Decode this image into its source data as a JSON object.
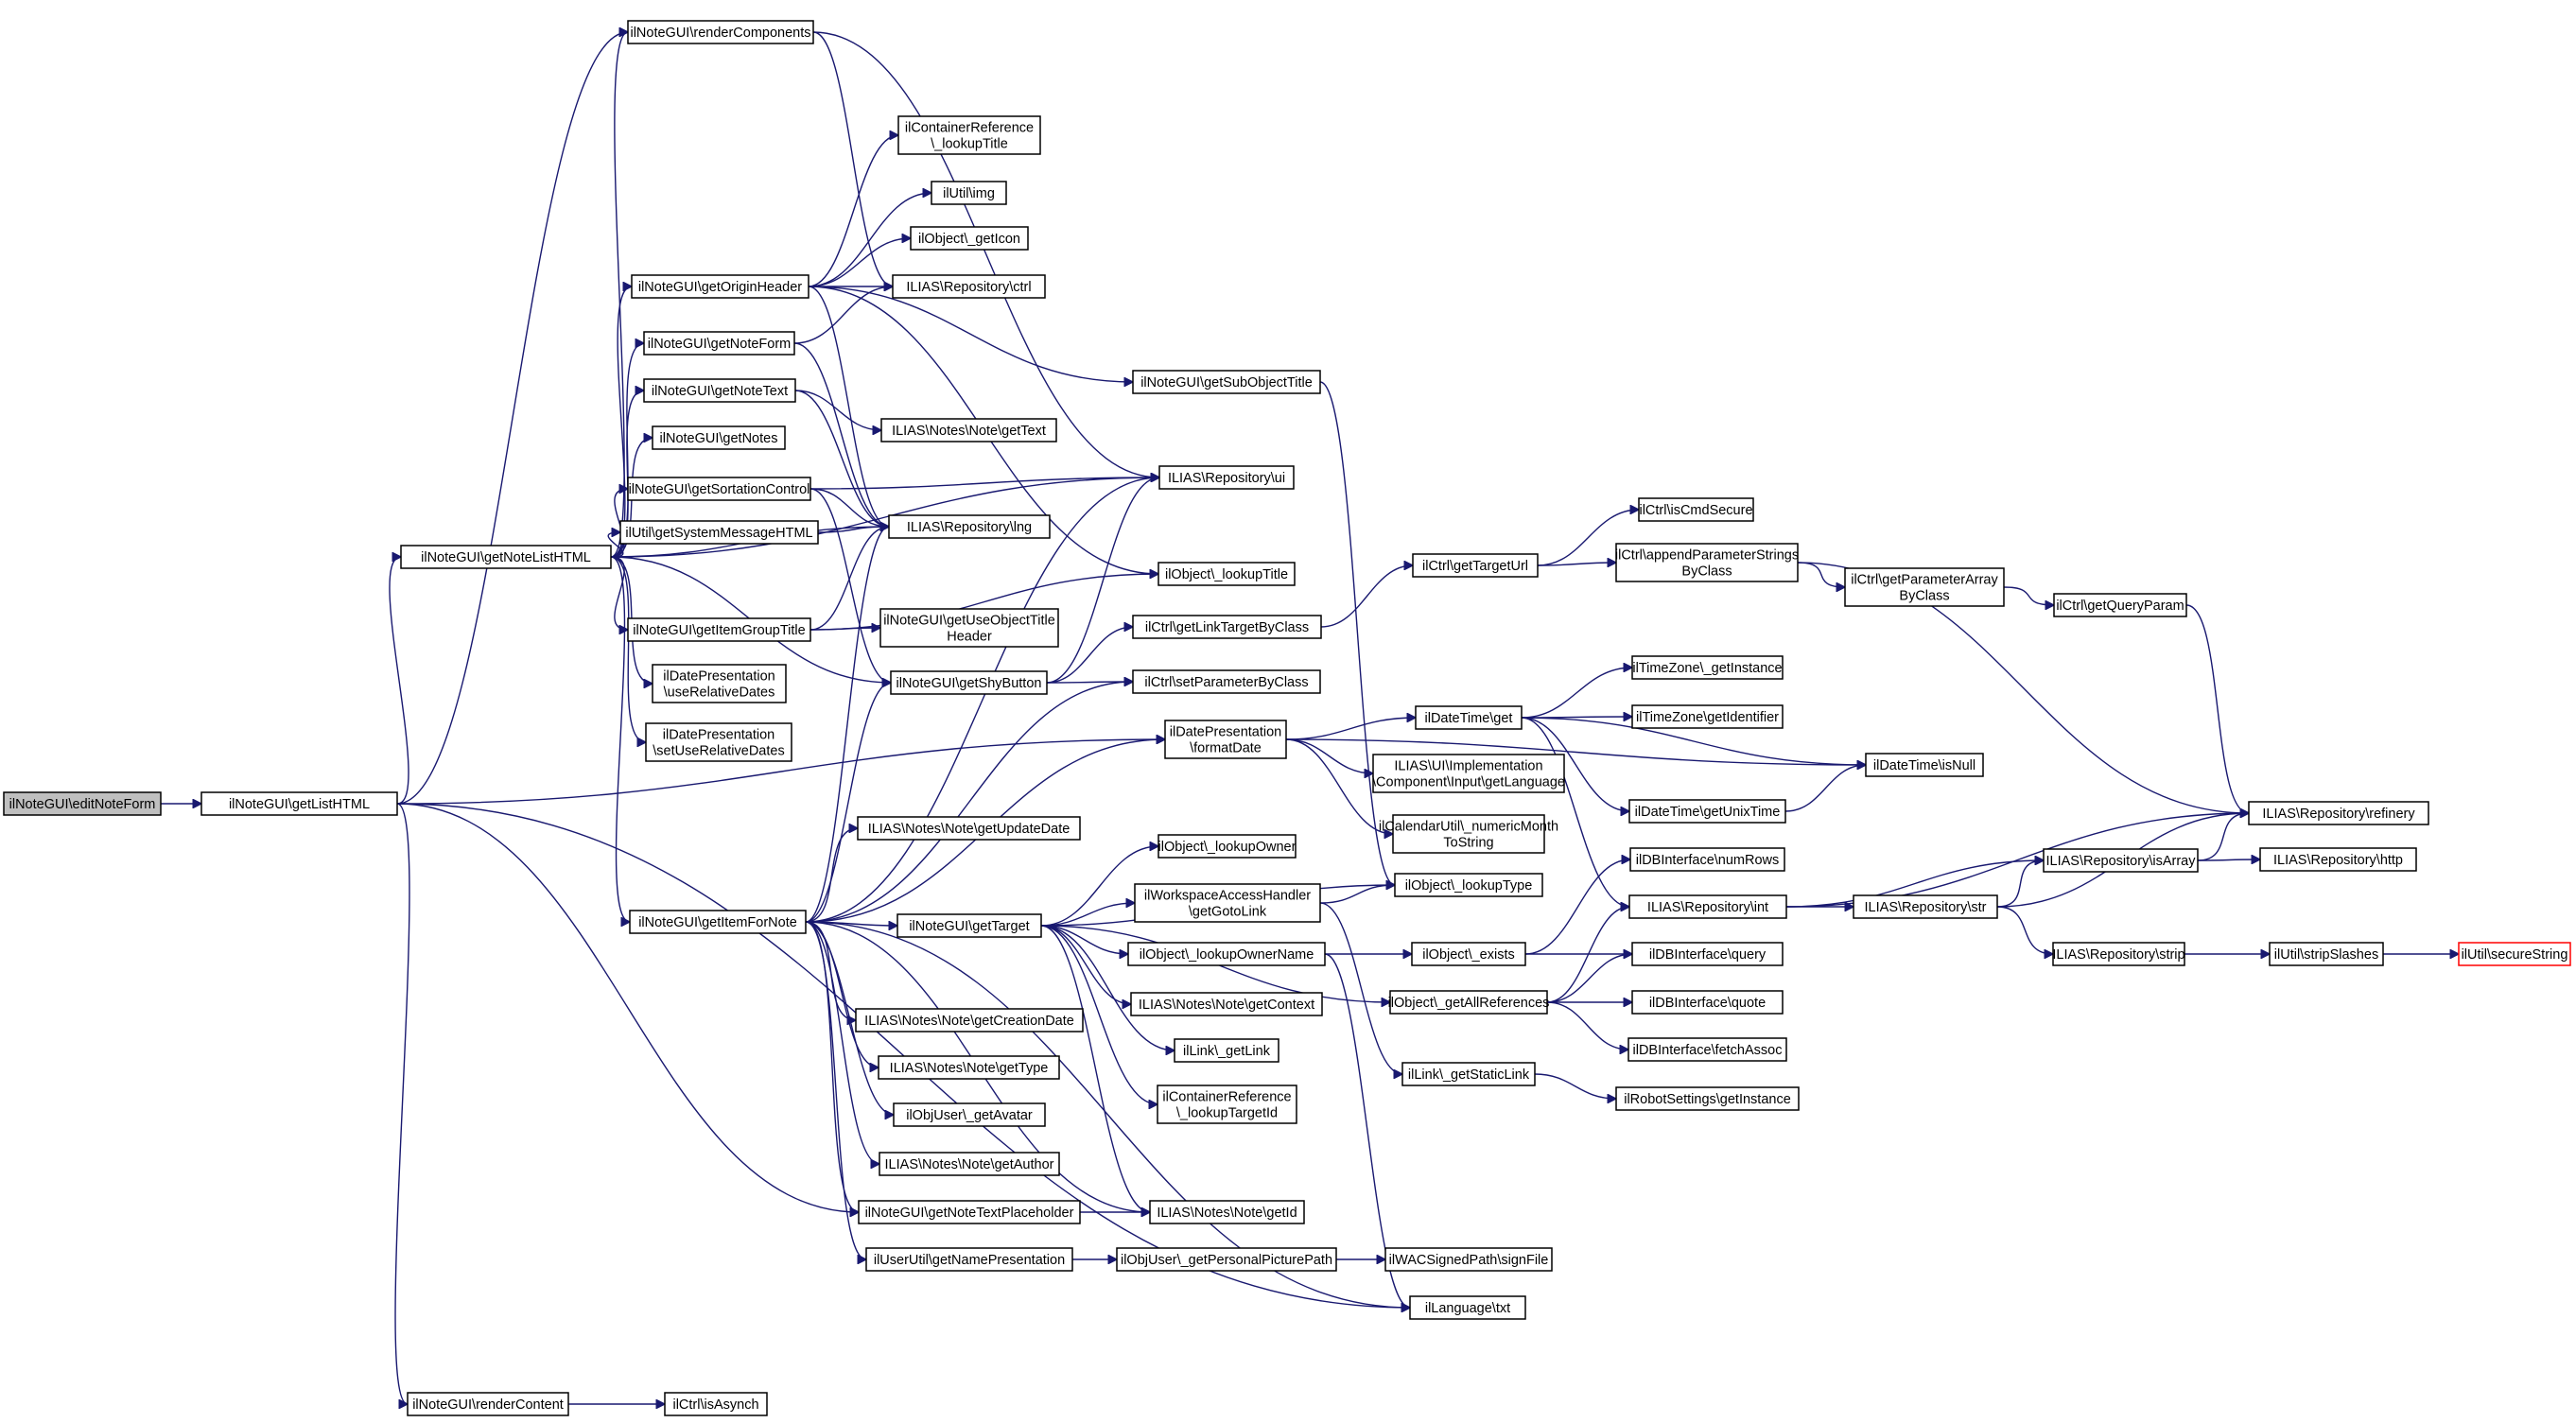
{
  "graph": {
    "edge_color": "#191970",
    "root_fill": "#bfbfbf",
    "truncated_border": "#ff0000",
    "nodes": [
      {
        "id": "n1",
        "lines": [
          "ilNoteGUI\\editNoteForm"
        ],
        "style": "root"
      },
      {
        "id": "n2",
        "lines": [
          "ilNoteGUI\\getListHTML"
        ]
      },
      {
        "id": "n3",
        "lines": [
          "ilNoteGUI\\getNoteListHTML"
        ]
      },
      {
        "id": "n4",
        "lines": [
          "ilNoteGUI\\renderComponents"
        ]
      },
      {
        "id": "n5",
        "lines": [
          "ilNoteGUI\\renderContent"
        ]
      },
      {
        "id": "n6",
        "lines": [
          "ilLanguage\\txt"
        ]
      },
      {
        "id": "n7",
        "lines": [
          "ilNoteGUI\\getItemForNote"
        ]
      },
      {
        "id": "n8",
        "lines": [
          "ilNoteGUI\\getShyButton"
        ]
      },
      {
        "id": "n9",
        "lines": [
          "ilDatePresentation",
          "\\formatDate"
        ]
      },
      {
        "id": "n10",
        "lines": [
          "ilNoteGUI\\getNoteTextPlaceholder"
        ]
      },
      {
        "id": "n11",
        "lines": [
          "ilCtrl\\isAsynch"
        ]
      },
      {
        "id": "n12",
        "lines": [
          "ilNoteGUI\\getOriginHeader"
        ]
      },
      {
        "id": "n13",
        "lines": [
          "ilNoteGUI\\getNoteForm"
        ]
      },
      {
        "id": "n14",
        "lines": [
          "ilNoteGUI\\getNoteText"
        ]
      },
      {
        "id": "n15",
        "lines": [
          "ilNoteGUI\\getNotes"
        ]
      },
      {
        "id": "n16",
        "lines": [
          "ilNoteGUI\\getSortationControl"
        ]
      },
      {
        "id": "n17",
        "lines": [
          "ilUtil\\getSystemMessageHTML"
        ]
      },
      {
        "id": "n18",
        "lines": [
          "ilNoteGUI\\getItemGroupTitle"
        ]
      },
      {
        "id": "n19",
        "lines": [
          "ilDatePresentation",
          "\\useRelativeDates"
        ]
      },
      {
        "id": "n20",
        "lines": [
          "ilDatePresentation",
          "\\setUseRelativeDates"
        ]
      },
      {
        "id": "n21",
        "lines": [
          "ILIAS\\Repository\\lng"
        ]
      },
      {
        "id": "n22",
        "lines": [
          "ILIAS\\Repository\\ui"
        ]
      },
      {
        "id": "n23",
        "lines": [
          "ilContainerReference",
          "\\_lookupTitle"
        ]
      },
      {
        "id": "n24",
        "lines": [
          "ilUtil\\img"
        ]
      },
      {
        "id": "n25",
        "lines": [
          "ilObject\\_getIcon"
        ]
      },
      {
        "id": "n26",
        "lines": [
          "ILIAS\\Repository\\ctrl"
        ]
      },
      {
        "id": "n27",
        "lines": [
          "ilNoteGUI\\getSubObjectTitle"
        ]
      },
      {
        "id": "n28",
        "lines": [
          "ilObject\\_lookupTitle"
        ]
      },
      {
        "id": "n29",
        "lines": [
          "ILIAS\\Notes\\Note\\getText"
        ]
      },
      {
        "id": "n30",
        "lines": [
          "ilNoteGUI\\getUseObjectTitle",
          "Header"
        ]
      },
      {
        "id": "n31",
        "lines": [
          "ILIAS\\Notes\\Note\\getUpdateDate"
        ]
      },
      {
        "id": "n32",
        "lines": [
          "ilNoteGUI\\getTarget"
        ]
      },
      {
        "id": "n33",
        "lines": [
          "ILIAS\\Notes\\Note\\getCreationDate"
        ]
      },
      {
        "id": "n34",
        "lines": [
          "ILIAS\\Notes\\Note\\getType"
        ]
      },
      {
        "id": "n35",
        "lines": [
          "ilObjUser\\_getAvatar"
        ]
      },
      {
        "id": "n36",
        "lines": [
          "ILIAS\\Notes\\Note\\getAuthor"
        ]
      },
      {
        "id": "n37",
        "lines": [
          "ilUserUtil\\getNamePresentation"
        ]
      },
      {
        "id": "n38",
        "lines": [
          "ILIAS\\Notes\\Note\\getId"
        ]
      },
      {
        "id": "n39",
        "lines": [
          "ilObjUser\\_getPersonalPicturePath"
        ]
      },
      {
        "id": "n40",
        "lines": [
          "ilCtrl\\getLinkTargetByClass"
        ]
      },
      {
        "id": "n41",
        "lines": [
          "ilCtrl\\setParameterByClass"
        ]
      },
      {
        "id": "n42",
        "lines": [
          "ilObject\\_lookupOwner"
        ]
      },
      {
        "id": "n43",
        "lines": [
          "ilWorkspaceAccessHandler",
          "\\getGotoLink"
        ]
      },
      {
        "id": "n44",
        "lines": [
          "ilObject\\_lookupOwnerName"
        ]
      },
      {
        "id": "n45",
        "lines": [
          "ILIAS\\Notes\\Note\\getContext"
        ]
      },
      {
        "id": "n46",
        "lines": [
          "ilLink\\_getLink"
        ]
      },
      {
        "id": "n47",
        "lines": [
          "ilContainerReference",
          "\\_lookupTargetId"
        ]
      },
      {
        "id": "n48",
        "lines": [
          "ilObject\\_lookupType"
        ]
      },
      {
        "id": "n49",
        "lines": [
          "ilObject\\_exists"
        ]
      },
      {
        "id": "n50",
        "lines": [
          "ilObject\\_getAllReferences"
        ]
      },
      {
        "id": "n51",
        "lines": [
          "ilLink\\_getStaticLink"
        ]
      },
      {
        "id": "n52",
        "lines": [
          "ilWACSignedPath\\signFile"
        ]
      },
      {
        "id": "n53",
        "lines": [
          "ilCtrl\\getTargetUrl"
        ]
      },
      {
        "id": "n54",
        "lines": [
          "ilDateTime\\get"
        ]
      },
      {
        "id": "n55",
        "lines": [
          "ILIAS\\UI\\Implementation",
          "\\Component\\Input\\getLanguage"
        ]
      },
      {
        "id": "n56",
        "lines": [
          "ilCalendarUtil\\_numericMonth",
          "ToString"
        ]
      },
      {
        "id": "n57",
        "lines": [
          "ilCtrl\\isCmdSecure"
        ]
      },
      {
        "id": "n58",
        "lines": [
          "ilCtrl\\appendParameterStrings",
          "ByClass"
        ]
      },
      {
        "id": "n59",
        "lines": [
          "ilTimeZone\\_getInstance"
        ]
      },
      {
        "id": "n60",
        "lines": [
          "ilTimeZone\\getIdentifier"
        ]
      },
      {
        "id": "n61",
        "lines": [
          "ilDateTime\\isNull"
        ]
      },
      {
        "id": "n62",
        "lines": [
          "ilDateTime\\getUnixTime"
        ]
      },
      {
        "id": "n63",
        "lines": [
          "ilDBInterface\\numRows"
        ]
      },
      {
        "id": "n64",
        "lines": [
          "ILIAS\\Repository\\int"
        ]
      },
      {
        "id": "n65",
        "lines": [
          "ilDBInterface\\query"
        ]
      },
      {
        "id": "n66",
        "lines": [
          "ilDBInterface\\quote"
        ]
      },
      {
        "id": "n67",
        "lines": [
          "ilDBInterface\\fetchAssoc"
        ]
      },
      {
        "id": "n68",
        "lines": [
          "ilRobotSettings\\getInstance"
        ]
      },
      {
        "id": "n69",
        "lines": [
          "ilCtrl\\getParameterArray",
          "ByClass"
        ]
      },
      {
        "id": "n70",
        "lines": [
          "ilCtrl\\getQueryParam"
        ]
      },
      {
        "id": "n71",
        "lines": [
          "ILIAS\\Repository\\isArray"
        ]
      },
      {
        "id": "n72",
        "lines": [
          "ILIAS\\Repository\\str"
        ]
      },
      {
        "id": "n73",
        "lines": [
          "ILIAS\\Repository\\strip"
        ]
      },
      {
        "id": "n74",
        "lines": [
          "ilUtil\\stripSlashes"
        ]
      },
      {
        "id": "n75",
        "lines": [
          "ilUtil\\secureString"
        ],
        "style": "truncated"
      },
      {
        "id": "n76",
        "lines": [
          "ILIAS\\Repository\\refinery"
        ]
      },
      {
        "id": "n77",
        "lines": [
          "ILIAS\\Repository\\http"
        ]
      }
    ]
  }
}
